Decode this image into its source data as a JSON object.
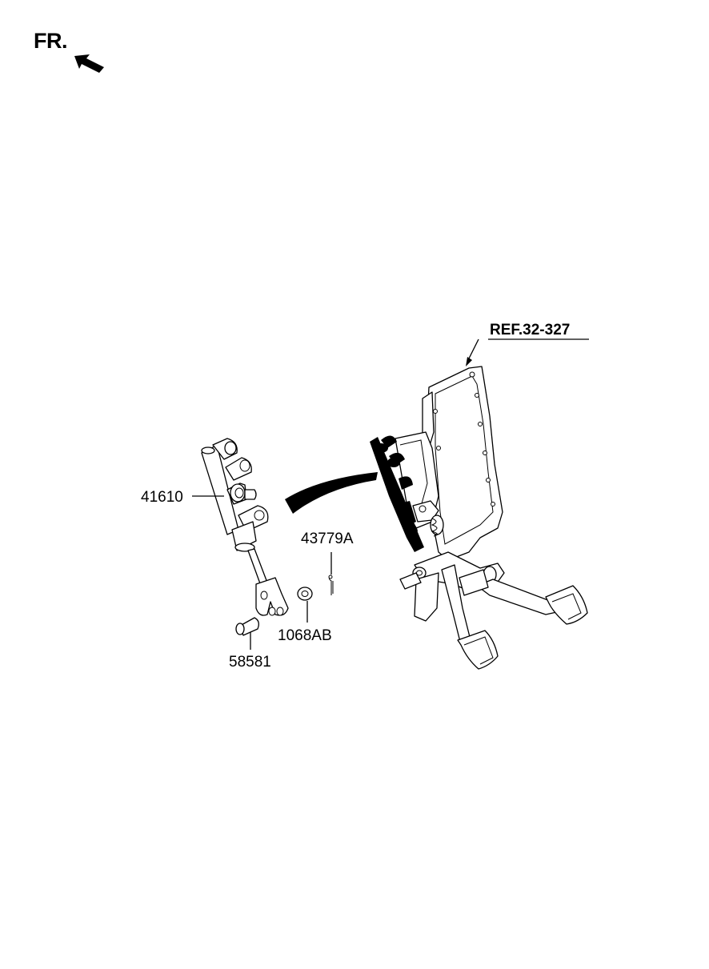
{
  "header": {
    "direction_label": "FR."
  },
  "labels": {
    "reference": "REF.32-327",
    "master_cylinder": "41610",
    "pin": "58581",
    "washer": "1068AB",
    "split_pin": "43779A"
  },
  "icons": {
    "direction_arrow": "front-arrow-icon",
    "assembly_arrow": "curved-arrow-icon"
  }
}
